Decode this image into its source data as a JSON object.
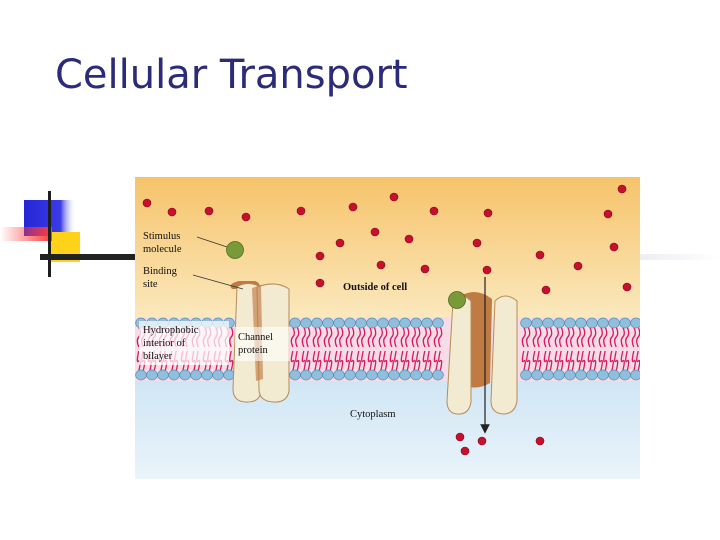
{
  "slide": {
    "title": "Cellular Transport"
  },
  "diagram": {
    "labels": {
      "stimulus_line1": "Stimulus",
      "stimulus_line2": "molecule",
      "binding_line1": "Binding",
      "binding_line2": "site",
      "outside": "Outside of cell",
      "hydro_line1": "Hydrophobic",
      "hydro_line2": "interior of",
      "hydro_line3": "bilayer",
      "channel_line1": "Channel",
      "channel_line2": "protein",
      "cytoplasm": "Cytoplasm"
    },
    "colors": {
      "outside_top": "#f6c36a",
      "outside_bottom": "#fbe8bd",
      "cytoplasm_top": "#bfdcef",
      "cytoplasm_bottom": "#eaf4fb",
      "ion": "#c8102e",
      "stimulus": "#7a9a3a",
      "lipid_head": "#8fbfdc",
      "lipid_tail": "#d81b60",
      "bilayer_band": "#f7dbe6",
      "channel": "#f3ead2",
      "channel_pore": "#c07a43",
      "title": "#2b2b7a"
    }
  }
}
